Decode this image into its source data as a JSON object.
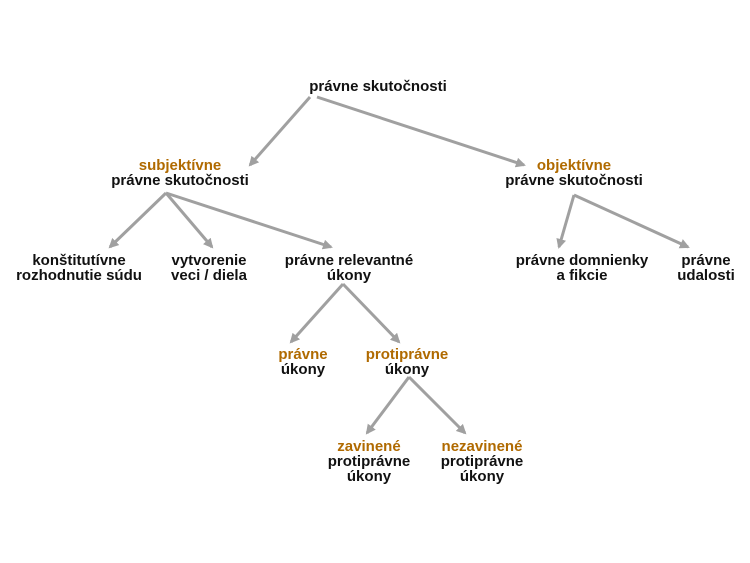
{
  "colors": {
    "accent": "#b06a00",
    "text": "#111111",
    "edge": "#a0a0a0"
  },
  "nodes": {
    "root": {
      "l1": "právne skutočnosti"
    },
    "subjective": {
      "qualifier": "subjektívne",
      "l1": "právne skutočnosti"
    },
    "objective": {
      "qualifier": "objektívne",
      "l1": "právne skutočnosti"
    },
    "constitutive": {
      "l1": "konštitutívne",
      "l2": "rozhodnutie súdu"
    },
    "creation": {
      "l1": "vytvorenie",
      "l2": "veci / diela"
    },
    "relevant": {
      "l1": "právne relevantné",
      "l2": "úkony"
    },
    "presumptions": {
      "l1": "právne domnienky",
      "l2": "a fikcie"
    },
    "events": {
      "l1": "právne",
      "l2": "udalosti"
    },
    "lawful": {
      "qualifier": "právne",
      "l1": "úkony"
    },
    "unlawful": {
      "qualifier": "protiprávne",
      "l1": "úkony"
    },
    "culpable": {
      "qualifier": "zavinené",
      "l1": "protiprávne",
      "l2": "úkony"
    },
    "nonculpable": {
      "qualifier": "nezavinené",
      "l1": "protiprávne",
      "l2": "úkony"
    }
  },
  "edges": [
    [
      "root",
      "subjective"
    ],
    [
      "root",
      "objective"
    ],
    [
      "subjective",
      "constitutive"
    ],
    [
      "subjective",
      "creation"
    ],
    [
      "subjective",
      "relevant"
    ],
    [
      "objective",
      "presumptions"
    ],
    [
      "objective",
      "events"
    ],
    [
      "relevant",
      "lawful"
    ],
    [
      "relevant",
      "unlawful"
    ],
    [
      "unlawful",
      "culpable"
    ],
    [
      "unlawful",
      "nonculpable"
    ]
  ]
}
